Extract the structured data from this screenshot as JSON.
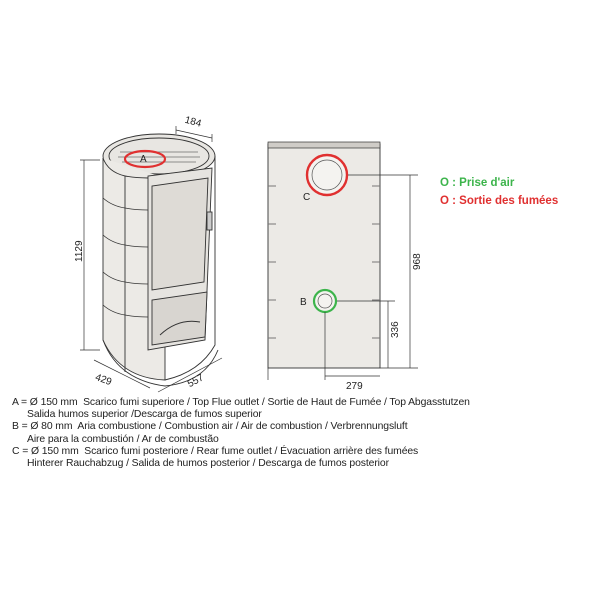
{
  "stove": {
    "dim_top_depth": "184",
    "dim_height": "1129",
    "dim_base_depth": "429",
    "dim_base_width": "557",
    "label_a": "A"
  },
  "rear": {
    "label_c": "C",
    "label_b": "B",
    "dim_968": "968",
    "dim_336": "336",
    "dim_279": "279"
  },
  "legend": {
    "air_intake": "O : Prise d'air",
    "flue_outlet": "O : Sortie des fumées"
  },
  "notes": [
    {
      "code": "A = Ø 150 mm",
      "line1": "Scarico fumi superiore / Top Flue outlet / Sortie de Haut de Fumée / Top Abgasstutzen",
      "line2": "Salida humos superior /Descarga de fumos superior"
    },
    {
      "code": "B = Ø 80 mm",
      "line1": "Aria combustione / Combustion air / Air de combustion / Verbrennungsluft",
      "line2": "Aire para la combustión / Ar de combustão"
    },
    {
      "code": "C = Ø 150 mm",
      "line1": "Scarico fumi posteriore / Rear fume outlet / Évacuation arrière des fumées",
      "line2": "Hinterer Rauchabzug / Salida de humos posterior / Descarga de fumos posterior"
    }
  ],
  "colors": {
    "green": "#3cb44b",
    "red": "#e03030",
    "line": "#333333",
    "panel": "#eceae6"
  }
}
